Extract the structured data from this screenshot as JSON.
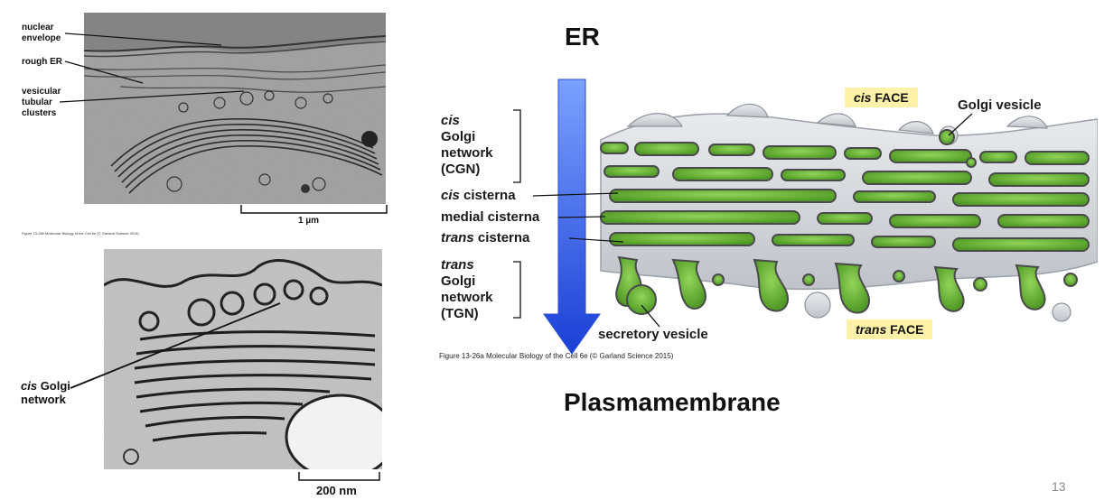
{
  "top_micrograph": {
    "labels": [
      {
        "id": "nuclear",
        "lines": [
          "nuclear",
          "envelope"
        ]
      },
      {
        "id": "rough",
        "lines": [
          "rough ER"
        ]
      },
      {
        "id": "vesicular",
        "lines": [
          "vesicular",
          "tubular",
          "clusters"
        ]
      }
    ],
    "scale_label": "1 µm",
    "caption": "Figure 13-26b Molecular Biology of the Cell 6e (© Garland Science 2015)"
  },
  "bottom_micrograph": {
    "label_italic": "cis",
    "label_rest": " Golgi",
    "label_line2": "network",
    "scale_label": "200 nm"
  },
  "diagram": {
    "er_label": "ER",
    "plasma_label": "Plasmamembrane",
    "cgn": {
      "line1": "cis",
      "line2": "Golgi",
      "line3": "network",
      "line4": "(CGN)"
    },
    "tgn": {
      "line1": "trans",
      "line2": "Golgi",
      "line3": "network",
      "line4": "(TGN)"
    },
    "cis_cisterna": {
      "italic": "cis",
      "rest": " cisterna"
    },
    "medial_cisterna": "medial cisterna",
    "trans_cisterna": {
      "italic": "trans",
      "rest": " cisterna"
    },
    "cis_face": {
      "italic": "cis",
      "rest": " FACE"
    },
    "trans_face": {
      "italic": "trans",
      "rest": " FACE"
    },
    "golgi_vesicle": "Golgi vesicle",
    "secretory_vesicle": "secretory vesicle",
    "caption": "Figure 13-26a Molecular Biology of the Cell 6e (© Garland Science 2015)"
  },
  "page_number": "13",
  "colors": {
    "arrow_top": "#7aa2ff",
    "arrow_bottom": "#1a3fd6",
    "cisterna_green": "#6dbb3a",
    "membrane_gray": "#d4d7dc",
    "face_highlight": "#fff2a8"
  }
}
